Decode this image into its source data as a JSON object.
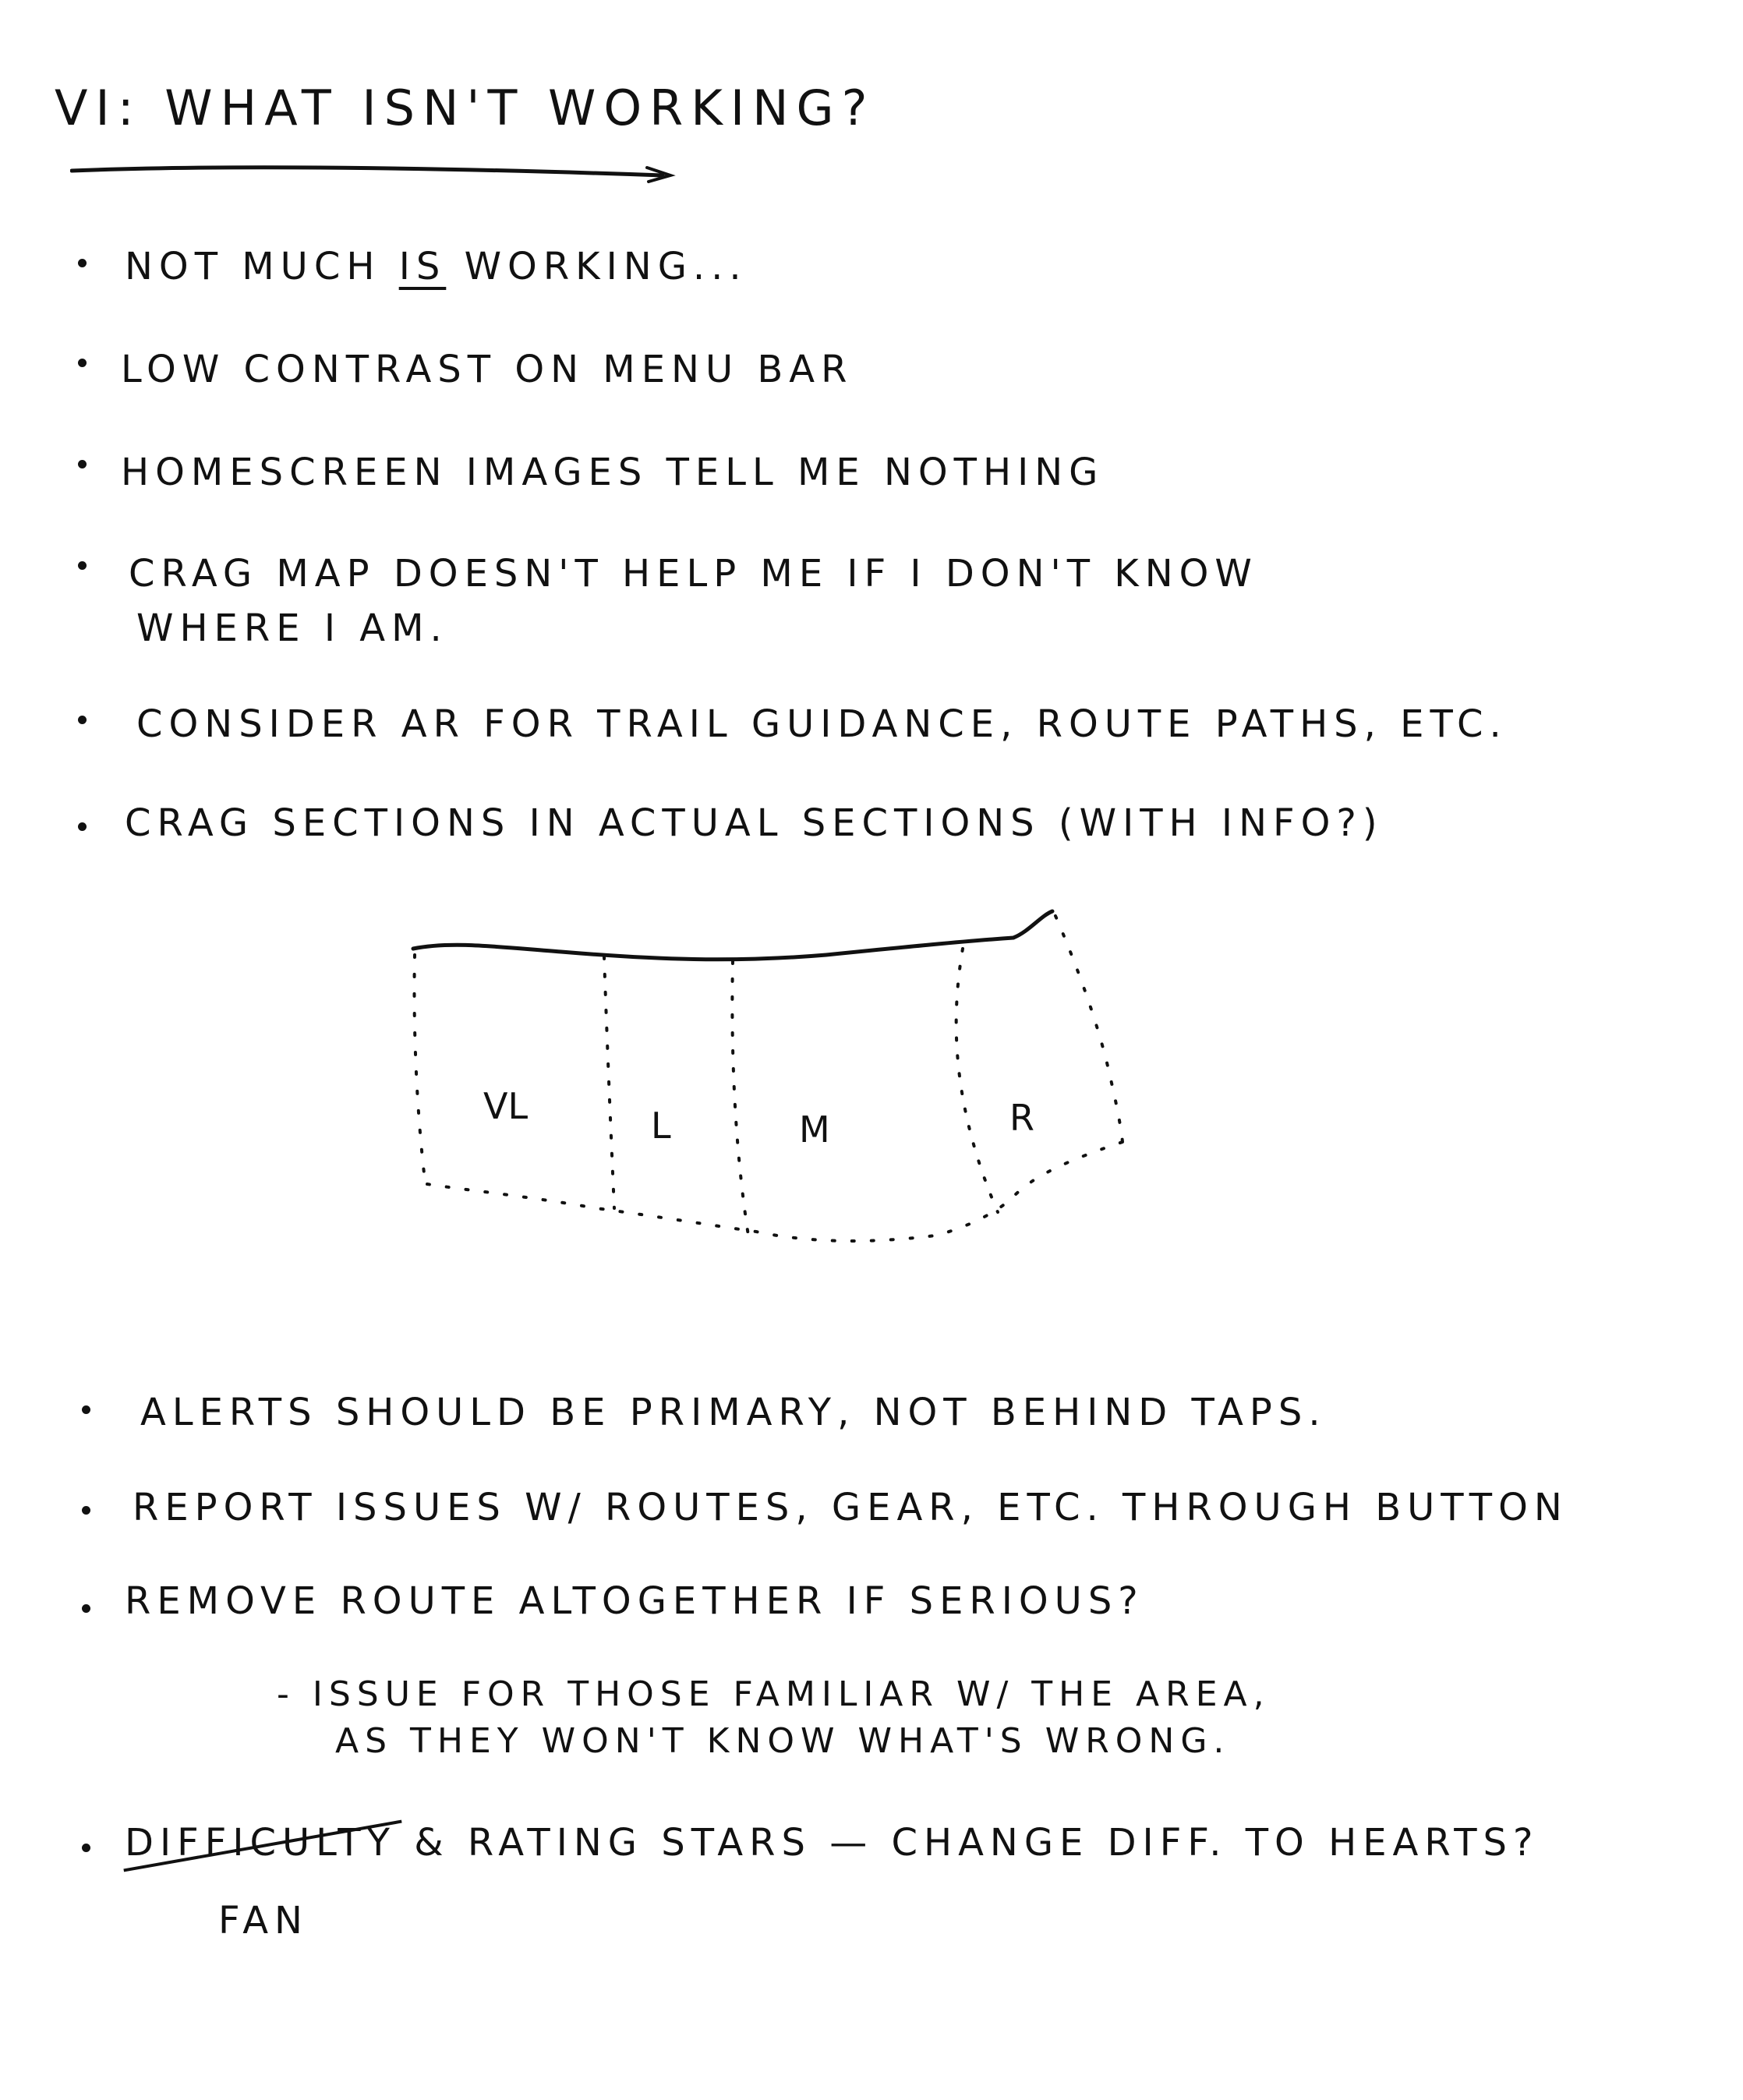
{
  "title": "VI: WHAT ISN'T WORKING?",
  "bullets": {
    "b1_pre": "NOT MUCH",
    "b1_emph": "IS",
    "b1_post": "WORKING...",
    "b2": "LOW CONTRAST ON MENU BAR",
    "b3": "HOMESCREEN IMAGES TELL ME NOTHING",
    "b4_line1": "CRAG MAP DOESN'T HELP ME IF I DON'T KNOW",
    "b4_line2": "WHERE I AM.",
    "b5": "CONSIDER AR FOR TRAIL GUIDANCE, ROUTE PATHS, ETC.",
    "b6": "CRAG SECTIONS IN ACTUAL SECTIONS (WITH INFO?)",
    "b7": "ALERTS SHOULD BE PRIMARY, NOT BEHIND TAPS.",
    "b8": "REPORT ISSUES W/ ROUTES, GEAR, ETC. THROUGH BUTTON",
    "b9": "REMOVE ROUTE ALTOGETHER IF SERIOUS?",
    "b9_sub_line1": "- ISSUE FOR THOSE FAMILIAR W/ THE AREA,",
    "b9_sub_line2": "AS THEY WON'T KNOW WHAT'S WRONG.",
    "b10_struck": "DIFFICULTY",
    "b10_rest": "& RATING STARS — CHANGE DIFF. TO HEARTS?",
    "b10_correction": "FAN"
  },
  "sketch": {
    "sections": [
      "VL",
      "L",
      "M",
      "R"
    ]
  }
}
